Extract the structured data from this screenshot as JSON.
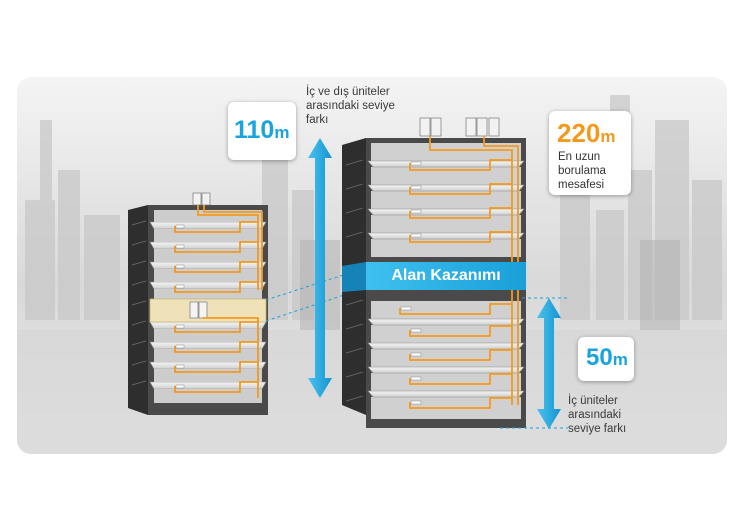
{
  "colors": {
    "accent_blue": "#1AA3DF",
    "accent_orange": "#F39A1E",
    "building_light": "#E9E9E9",
    "building_dark": "#3C3C3C"
  },
  "labels": {
    "height_outdoor_indoor": {
      "value": "110",
      "unit": "m"
    },
    "height_outdoor_indoor_caption": [
      "İç ve dış üniteler",
      "arasındaki seviye",
      "farkı"
    ],
    "max_pipe_length": {
      "value": "220",
      "unit": "m"
    },
    "max_pipe_length_caption": [
      "En uzun",
      "borulama",
      "mesafesi"
    ],
    "space_saving": "Alan Kazanımı",
    "height_indoor_indoor": {
      "value": "50",
      "unit": "m"
    },
    "height_indoor_indoor_caption": [
      "İç üniteler",
      "arasındaki",
      "seviye farkı"
    ]
  },
  "icons": [
    "left-building-icon",
    "right-building-icon",
    "outdoor-unit-icon",
    "city-skyline-icon",
    "double-arrow-icon"
  ]
}
